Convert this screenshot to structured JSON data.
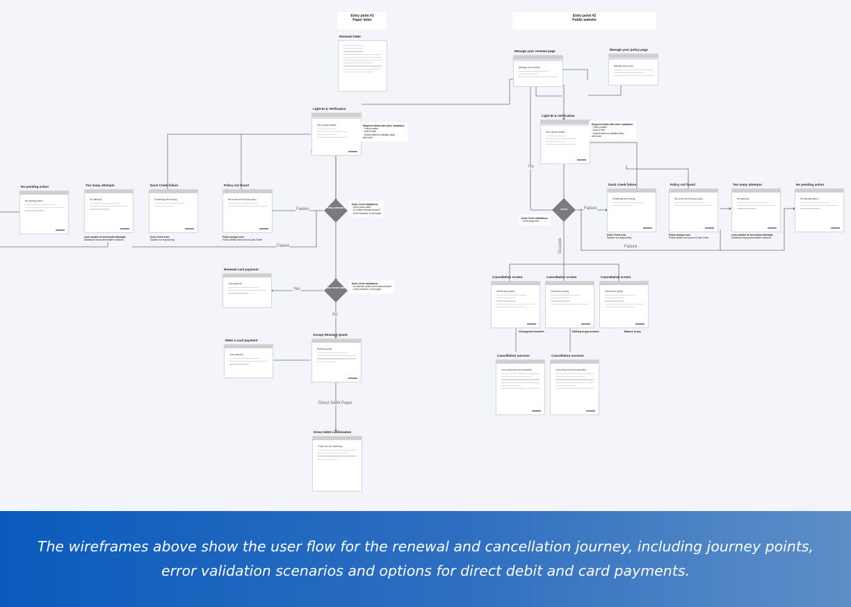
{
  "entry_points": {
    "paper": {
      "title": "Entry point #1",
      "subtitle": "Paper letter"
    },
    "web": {
      "title": "Entry point #2",
      "subtitle": "Public website"
    }
  },
  "screens": {
    "renewal_letter": "Renewal letter",
    "manage_renewal": "Manage your renewal page",
    "manage_policy": "Manage your policy page",
    "light_id_left": "Light ID & Verification",
    "light_id_right": "Light ID & Verification",
    "no_pending_left": "No pending action",
    "too_many_left": "Too many attempts",
    "duck_fail_left": "Duck Creek failure",
    "policy_nf_left": "Policy not found",
    "duck_fail_right": "Duck Creek failure",
    "policy_nf_right": "Policy not found",
    "too_many_right": "Too many attempts",
    "no_pending_right": "No pending action",
    "renewal_card": "Renewal card payment",
    "make_card": "Make a card payment",
    "accept_quote": "Accept Renewal Quote",
    "dd_confirm": "Direct debit confirmation",
    "cancel_1": "Cancellation screen",
    "cancel_2": "Cancellation screen",
    "cancel_3": "Cancellation screen",
    "cancel_success_1": "Cancellation success",
    "cancel_success_2": "Cancellation success"
  },
  "decisions": {
    "policy_validation": "Policy validation",
    "auto_renewal": "Auto renewal status",
    "cancel": "Cancel"
  },
  "notes": {
    "policy_validation": {
      "title": "Duck Creek validations:",
      "lines": [
        "- Is the policy valid?",
        "- Is it within renewal window?",
        "- Is the customer a card payer"
      ]
    },
    "auto_renewal": {
      "title": "Duck Creek validations:",
      "lines": [
        "- Is customer opted out of auto-renewal?",
        "- Is the customer a card payer"
      ]
    },
    "cancel": {
      "title": "Duck Creek validations:",
      "lines": [
        "- Is the policy live?"
      ]
    },
    "light_id_left": {
      "title": "Required fields with inline validation:",
      "lines": [
        "- Policy number",
        "- Date of birth",
        "",
        "- Submit button to validate policy",
        "  with Duck"
      ]
    },
    "light_id_right": {
      "title": "Required fields with inline validation:",
      "lines": [
        "- Policy number",
        "- Date of birth",
        "",
        "- Submit button to validate policy",
        "  with Duck"
      ]
    }
  },
  "captions": {
    "too_many_left": {
      "title": "Lock number of successive attempts",
      "text": "Additional fraud preventative measure"
    },
    "duck_fail_left": {
      "title": "Duck Creek error",
      "text": "System not responding"
    },
    "policy_nf_left": {
      "title": "Policy lookup error",
      "text": "Policy details not found in Duck Creek"
    },
    "duck_fail_right": {
      "title": "Duck Creek error",
      "text": "System not responding"
    },
    "policy_nf_right": {
      "title": "Policy lookup error",
      "text": "Policy details not found in Duck Creek"
    },
    "too_many_right": {
      "title": "Lock number of successive attempts",
      "text": "Additional fraud preventative measure"
    }
  },
  "subcaptions": {
    "overpayment": "Overpayment scenario",
    "nothing_to_pay": "Nothing to pay scenario",
    "balance_to_pay": "Balance to pay"
  },
  "edges": {
    "failure_left": "Failure",
    "failure_left_bottom": "Failure",
    "yes": "Yes",
    "no_left": "No",
    "dd_payer": "Direct Debit Payer",
    "no_right": "No",
    "failure_right": "Failure",
    "failure_right_bottom": "Failure",
    "success": "Success"
  },
  "footer": {
    "caption": "The wireframes above show the user flow for the renewal and cancellation journey, including journey points, error validation scenarios and options for direct debit and card payments."
  }
}
